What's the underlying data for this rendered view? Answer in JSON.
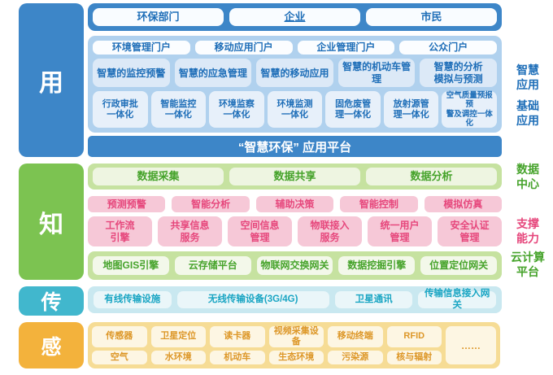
{
  "title": "智慧环保平台架构图",
  "colors": {
    "blue": "#3d86c8",
    "blue_light": "#b0d1ee",
    "blue_text": "#1e6eb8",
    "green": "#7cc351",
    "green_light": "#c6e2a0",
    "green_text": "#46a32b",
    "pink_box": "#f6c8d7",
    "pink_text": "#e6477c",
    "teal": "#41b7cd",
    "teal_light": "#c9e8f0",
    "teal_text": "#19a5c3",
    "orange": "#f3b23c",
    "orange_light": "#f6dc95",
    "orange_text": "#dd9728"
  },
  "layers": {
    "use": {
      "label": "用",
      "users": [
        {
          "label": "环保部门",
          "underline": false
        },
        {
          "label": "企业",
          "underline": true
        },
        {
          "label": "市民",
          "underline": false
        }
      ],
      "portals": [
        "环境管理门户",
        "移动应用门户",
        "企业管理门户",
        "公众门户"
      ],
      "smart_apps": [
        "智慧的监控预警",
        "智慧的应急管理",
        "智慧的移动应用",
        "智慧的机动车管理",
        "智慧的分析\n模拟与预测"
      ],
      "basic_apps": [
        "行政审批\n一体化",
        "智能监控\n一体化",
        "环境监察\n一体化",
        "环境监测\n一体化",
        "固危废管\n理一体化",
        "放射源管\n理一体化",
        "空气质量预报预\n警及调控一体化"
      ],
      "platform_bar": "“智慧环保” 应用平台"
    },
    "know": {
      "label": "知",
      "data_center": [
        "数据采集",
        "数据共享",
        "数据分析"
      ],
      "support_row1": [
        "预测预警",
        "智能分析",
        "辅助决策",
        "智能控制",
        "模拟仿真"
      ],
      "support_row2": [
        "工作流\n引擎",
        "共享信息\n服务",
        "空间信息\n管理",
        "物联接入\n服务",
        "统一用户\n管理",
        "安全认证\n管理"
      ],
      "cloud": [
        "地图GIS引擎",
        "云存储平台",
        "物联网交换网关",
        "数据挖掘引擎",
        "位置定位网关"
      ]
    },
    "transmit": {
      "label": "传",
      "items": [
        "有线传输设施",
        "无线传输设备(3G/4G)",
        "卫星通讯",
        "传输信息接入网关"
      ]
    },
    "sense": {
      "label": "感",
      "row1": [
        "传感器",
        "卫星定位",
        "读卡器",
        "视频采集设备",
        "移动终端",
        "RFID"
      ],
      "row2": [
        "空气",
        "水环境",
        "机动车",
        "生态环境",
        "污染源",
        "核与辐射"
      ],
      "more": "……"
    }
  },
  "right_labels": {
    "smart": "智慧\n应用",
    "basic": "基础\n应用",
    "data_center": "数据\n中心",
    "support": "支撑\n能力",
    "cloud": "云计算\n平台"
  }
}
